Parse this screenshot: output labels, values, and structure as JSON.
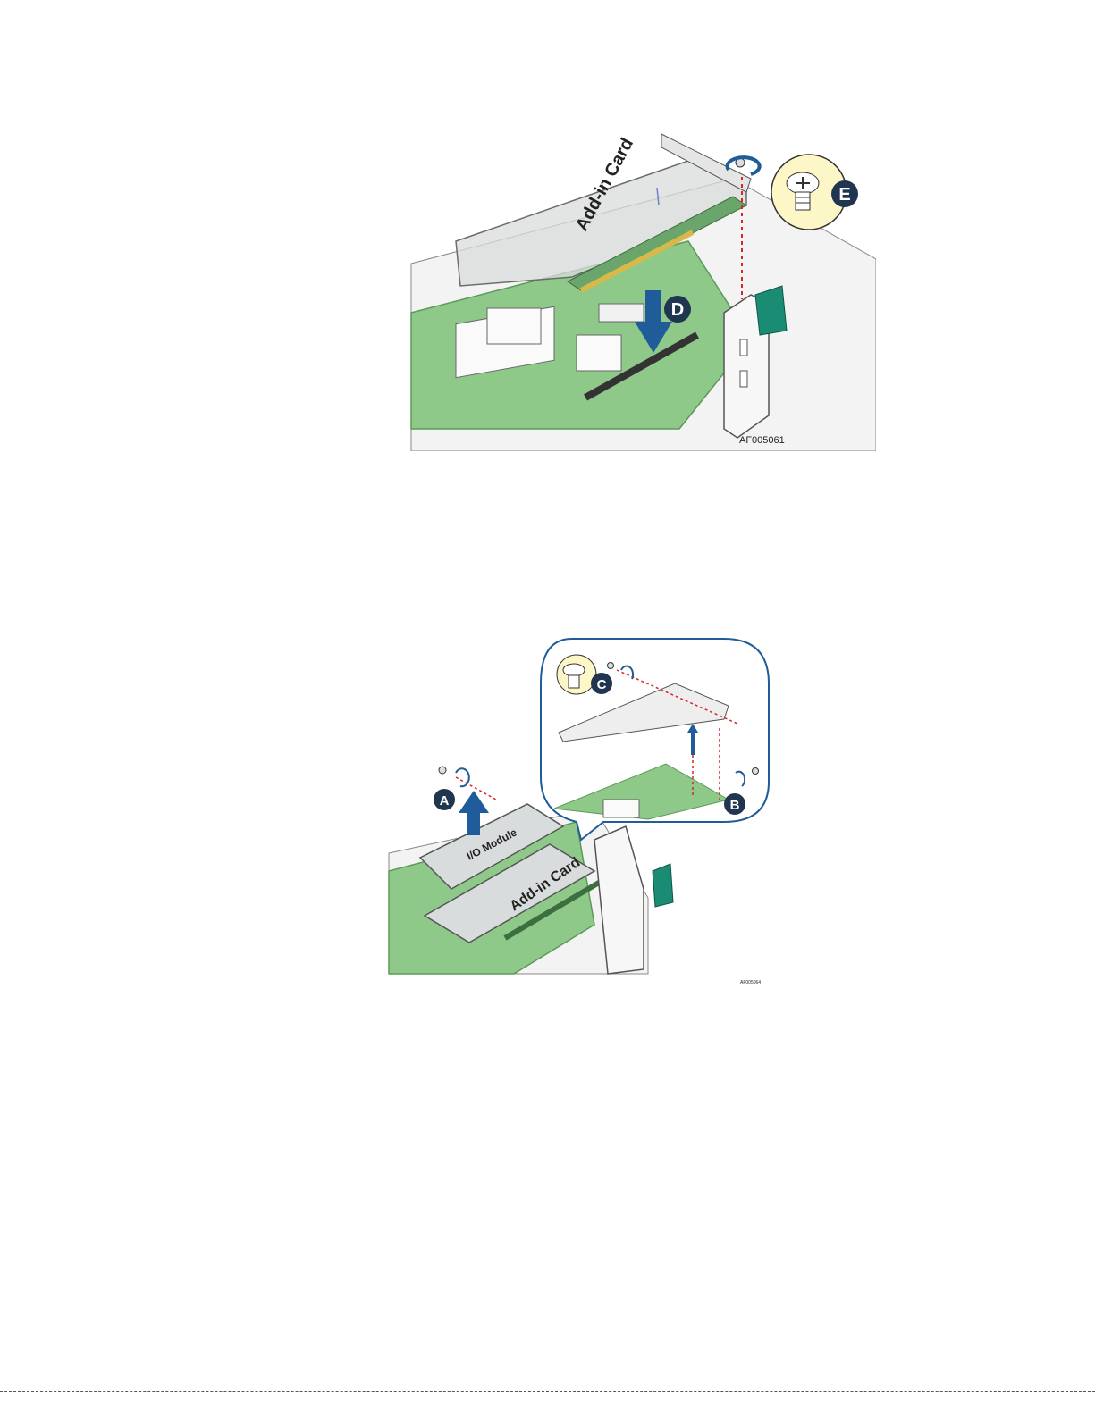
{
  "figures": [
    {
      "id_label": "AF005061",
      "card_label": "Add-in Card",
      "callouts": [
        "D",
        "E"
      ]
    },
    {
      "id_label": "AF005064",
      "card_label": "Add-in Card",
      "module_label": "I/O Module",
      "callouts": [
        "A",
        "B",
        "C"
      ]
    }
  ],
  "colors": {
    "board": "#8fc98a",
    "board_edge": "#5c9a58",
    "callout_fill": "#1f3550",
    "arrow": "#1f5c99",
    "screw_dash": "#d9262a",
    "handle": "#1b8c74",
    "zoom_bg": "#fdf7c7"
  }
}
